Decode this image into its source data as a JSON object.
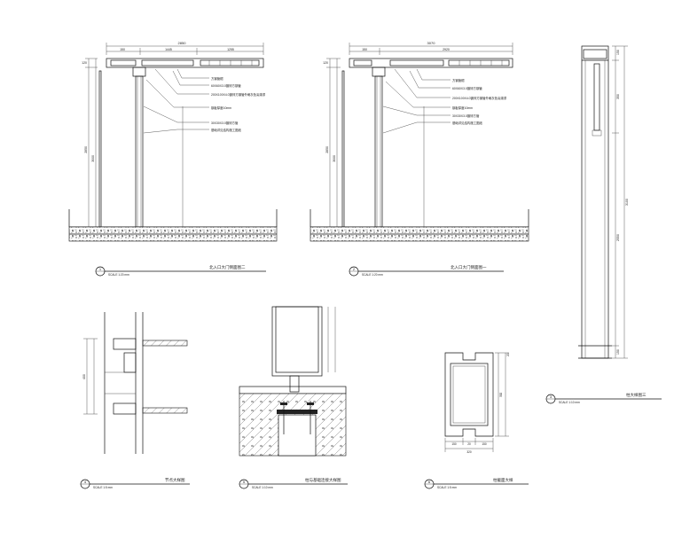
{
  "drawings": {
    "d1": {
      "num": "1",
      "title": "北入口大门侧面图二",
      "scale": "SCALE 1:20 mm"
    },
    "d2": {
      "num": "2",
      "title": "北入口大门侧面图一",
      "scale": "SCALE 1:20 mm"
    },
    "d3": {
      "num": "3",
      "title": "柱大样图三",
      "scale": "SCALE 1:10 mm"
    },
    "d4": {
      "num": "4",
      "title": "节点大样图",
      "scale": "SCALE 1:5 mm"
    },
    "d5": {
      "num": "5",
      "title": "柱与基础连接大样图",
      "scale": "SCALE 1:10 mm"
    },
    "d6": {
      "num": "6",
      "title": "柱截面大样",
      "scale": "SCALE 1:5 mm"
    }
  },
  "dims": {
    "d1_top_total": "2850",
    "d1_top_a": "150",
    "d1_top_b": "1445",
    "d1_top_c": "1255",
    "d1_left": [
      "120",
      "2850",
      "3000"
    ],
    "d2_top_total": "3070",
    "d2_top_a": "150",
    "d2_top_b": "2920",
    "d2_left": [
      "120",
      "2850",
      "3000"
    ],
    "d3_right": [
      "150",
      "350",
      "2550",
      "3100",
      "150"
    ],
    "d4_left": "400",
    "d6_bottom": [
      "150",
      "20",
      "150"
    ],
    "d6_total": "320",
    "d6_right": [
      "300",
      "20"
    ]
  },
  "annotations": {
    "d1": [
      "方钢管帽",
      "60X60X3.0镀锌方钢管",
      "200X100X4.0镀锌方钢管外刷灰色氟碳漆",
      "钢板厚度10mm",
      "30X30X3.0镀锌方管",
      "基础详见结构施工图纸"
    ],
    "d2": [
      "方钢管帽",
      "60X60X3.0镀锌方钢管",
      "200X100X4.0镀锌方钢管外刷灰色氟碳漆",
      "钢板厚度10mm",
      "30X30X3.0镀锌方管",
      "基础详见结构施工图纸"
    ]
  }
}
